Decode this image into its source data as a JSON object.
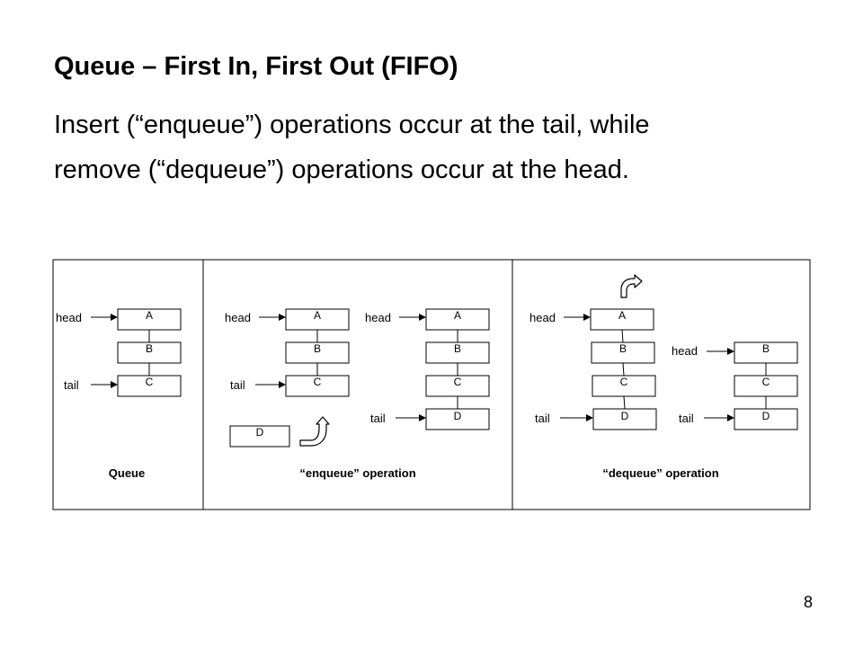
{
  "slide": {
    "title": "Queue – First In, First Out (FIFO)",
    "body_line1": "Insert (“enqueue”) operations occur at the tail, while",
    "body_line2": "remove (“dequeue”) operations occur at the head.",
    "page_number": "8"
  },
  "diagram": {
    "labels": {
      "head": "head",
      "tail": "tail"
    },
    "panels": [
      {
        "caption": "Queue"
      },
      {
        "caption": "“enqueue” operation"
      },
      {
        "caption": "“dequeue” operation"
      }
    ],
    "nodes": {
      "queue": [
        "A",
        "B",
        "C"
      ],
      "enqueue_before": [
        "A",
        "B",
        "C"
      ],
      "enqueue_new": "D",
      "enqueue_after": [
        "A",
        "B",
        "C",
        "D"
      ],
      "dequeue_before": [
        "A",
        "B",
        "C",
        "D"
      ],
      "dequeue_after": [
        "B",
        "C",
        "D"
      ]
    }
  }
}
